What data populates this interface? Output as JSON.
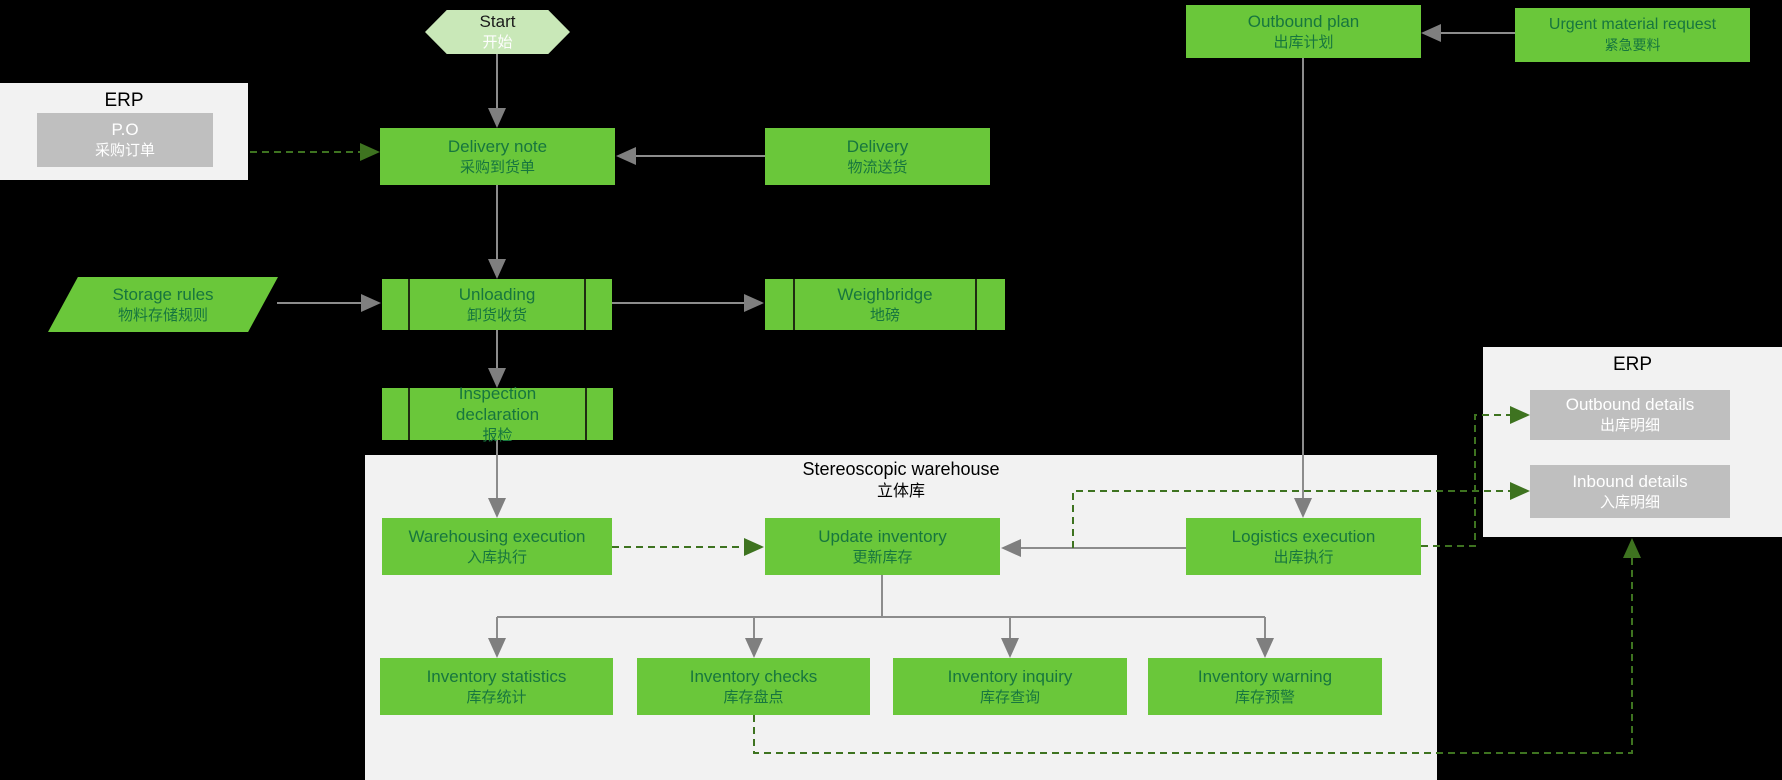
{
  "diagram": {
    "type": "flowchart",
    "colors": {
      "background": "#000000",
      "node_green": "#6ac73a",
      "node_text_green": "#17763e",
      "start_fill": "#c9e8b8",
      "container_gray": "#f2f2f2",
      "inner_gray_box": "#bfbfbf",
      "solid_arrow_gray": "#8c8c8c",
      "dashed_arrow_green": "#3e7320"
    },
    "nodes": {
      "start": {
        "en": "Start",
        "zh": "开始"
      },
      "erp_left": {
        "title": "ERP"
      },
      "po": {
        "en": "P.O",
        "zh": "采购订单"
      },
      "delivery_note": {
        "en": "Delivery note",
        "zh": "采购到货单"
      },
      "delivery": {
        "en": "Delivery",
        "zh": "物流送货"
      },
      "storage_rules": {
        "en": "Storage rules",
        "zh": "物料存储规则"
      },
      "unloading": {
        "en": "Unloading",
        "zh": "卸货收货"
      },
      "weighbridge": {
        "en": "Weighbridge",
        "zh": "地磅"
      },
      "inspection": {
        "en1": "Inspection",
        "en2": "declaration",
        "zh": "报检"
      },
      "warehouse_container": {
        "en": "Stereoscopic warehouse",
        "zh": "立体库"
      },
      "warehousing_execution": {
        "en": "Warehousing execution",
        "zh": "入库执行"
      },
      "update_inventory": {
        "en": "Update inventory",
        "zh": "更新库存"
      },
      "logistics_execution": {
        "en": "Logistics execution",
        "zh": "出库执行"
      },
      "outbound_plan": {
        "en": "Outbound plan",
        "zh": "出库计划"
      },
      "urgent_request": {
        "en": "Urgent material request",
        "zh": "紧急要料"
      },
      "erp_right": {
        "title": "ERP"
      },
      "outbound_details": {
        "en": "Outbound details",
        "zh": "出库明细"
      },
      "inbound_details": {
        "en": "Inbound details",
        "zh": "入库明细"
      },
      "inventory_statistics": {
        "en": "Inventory statistics",
        "zh": "库存统计"
      },
      "inventory_checks": {
        "en": "Inventory checks",
        "zh": "库存盘点"
      },
      "inventory_inquiry": {
        "en": "Inventory inquiry",
        "zh": "库存查询"
      },
      "inventory_warning": {
        "en": "Inventory warning",
        "zh": "库存预警"
      }
    }
  }
}
